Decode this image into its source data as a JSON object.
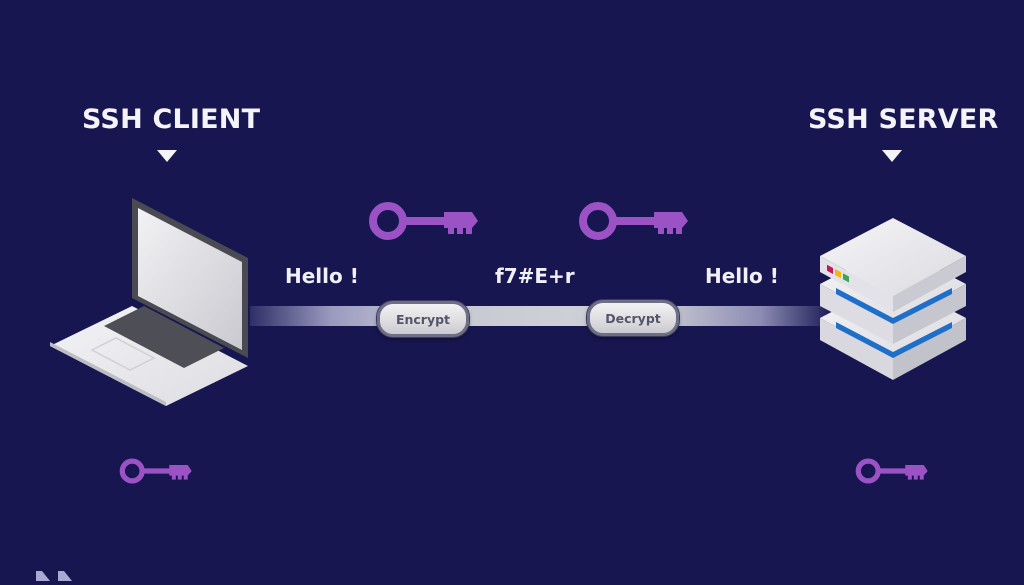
{
  "client": {
    "title": "SSH CLIENT",
    "device": "laptop"
  },
  "server": {
    "title": "SSH SERVER",
    "device": "server-stack"
  },
  "messages": {
    "plaintext_left": "Hello !",
    "ciphertext": "f7#E+r",
    "plaintext_right": "Hello !"
  },
  "steps": {
    "encrypt": "Encrypt",
    "decrypt": "Decrypt"
  },
  "colors": {
    "background": "#171650",
    "key": "#9b52c4",
    "text": "#f4f4f8",
    "server_accent": "#1f6fc9"
  },
  "icons": [
    "key-icon",
    "laptop-icon",
    "server-icon",
    "down-triangle-icon",
    "chevron-right-icon"
  ]
}
